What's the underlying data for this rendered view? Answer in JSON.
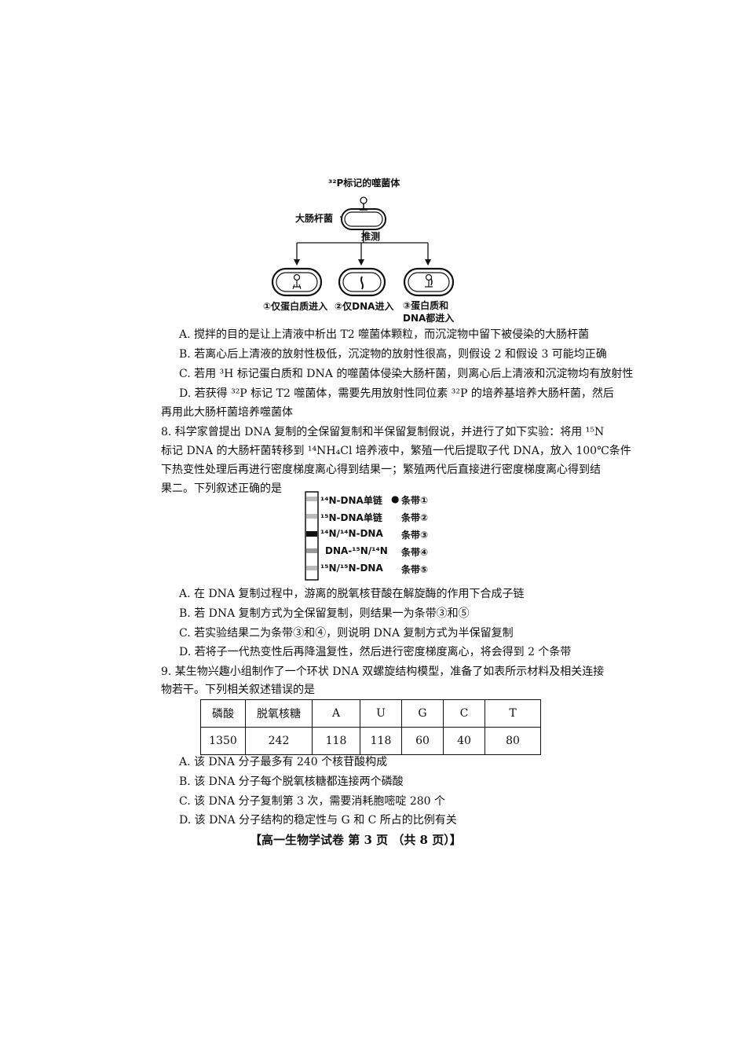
{
  "figure1": {
    "title": "³²P标记的噬菌体",
    "host_label": "大肠杆菌",
    "infer_label": "推测",
    "hypotheses": [
      "①仅蛋白质进入",
      "②仅DNA进入",
      "③蛋白质和DNA都进入"
    ]
  },
  "q7_options": {
    "A": "A. 搅拌的目的是让上清液中析出 T2 噬菌体颗粒，而沉淀物中留下被侵染的大肠杆菌",
    "B": "B. 若离心后上清液的放射性极低，沉淀物的放射性很高，则假设 2 和假设 3 可能均正确",
    "C": "C. 若用 ³H 标记蛋白质和 DNA 的噬菌体侵染大肠杆菌，则离心后上清液和沉淀物均有放射性",
    "D1": "D. 若获得 ³²P 标记 T2 噬菌体，需要先用放射性同位素 ³²P 的培养基培养大肠杆菌，然后",
    "D2": "再用此大肠杆菌培养噬菌体"
  },
  "q8": {
    "stem1": "8. 科学家曾提出 DNA 复制的全保留复制和半保留复制假说，并进行了如下实验：将用 ¹⁵N",
    "stem2": "标记 DNA 的大肠杆菌转移到 ¹⁴NH₄Cl 培养液中，繁殖一代后提取子代 DNA，放入 100℃条件",
    "stem3": "下热变性处理后再进行密度梯度离心得到结果一；繁殖两代后直接进行密度梯度离心得到结",
    "stem4": "果二。下列叙述正确的是",
    "bands": [
      {
        "name": "¹⁴N-DNA单链",
        "marker": "●",
        "label": "条带①"
      },
      {
        "name": "¹⁵N-DNA单链",
        "marker": "",
        "label": "条带②"
      },
      {
        "name": "¹⁴N/¹⁴N-DNA",
        "marker": "",
        "label": "条带③"
      },
      {
        "name": "DNA-¹⁵N/¹⁴N",
        "marker": "",
        "label": "条带④"
      },
      {
        "name": "¹⁵N/¹⁵N-DNA",
        "marker": "",
        "label": "条带⑤"
      }
    ],
    "options": {
      "A": "A. 在 DNA 复制过程中，游离的脱氧核苷酸在解旋酶的作用下合成子链",
      "B": "B. 若 DNA 复制方式为全保留复制，则结果一为条带③和⑤",
      "C": "C. 若实验结果二为条带③和④，则说明 DNA 复制方式为半保留复制",
      "D": "D. 若将子一代热变性后再降温复性，然后进行密度梯度离心，将会得到 2 个条带"
    }
  },
  "q9": {
    "stem1": "9. 某生物兴趣小组制作了一个环状 DNA 双螺旋结构模型，准备了如表所示材料及相关连接",
    "stem2": "物若干。下列相关叙述错误的是",
    "table_headers": [
      "磷酸",
      "脱氧核糖",
      "A",
      "U",
      "G",
      "C",
      "T"
    ],
    "table_values": [
      "1350",
      "242",
      "118",
      "118",
      "60",
      "40",
      "80"
    ],
    "options": {
      "A": "A. 该 DNA 分子最多有 240 个核苷酸构成",
      "B": "B. 该 DNA 分子每个脱氧核糖都连接两个磷酸",
      "C": "C. 该 DNA 分子复制第 3 次，需要消耗胞嘧啶 280 个",
      "D": "D. 该 DNA 分子结构的稳定性与 G 和 C 所占的比例有关"
    }
  },
  "footer": "【高一生物学试卷   第 3 页  （共 8 页）】"
}
